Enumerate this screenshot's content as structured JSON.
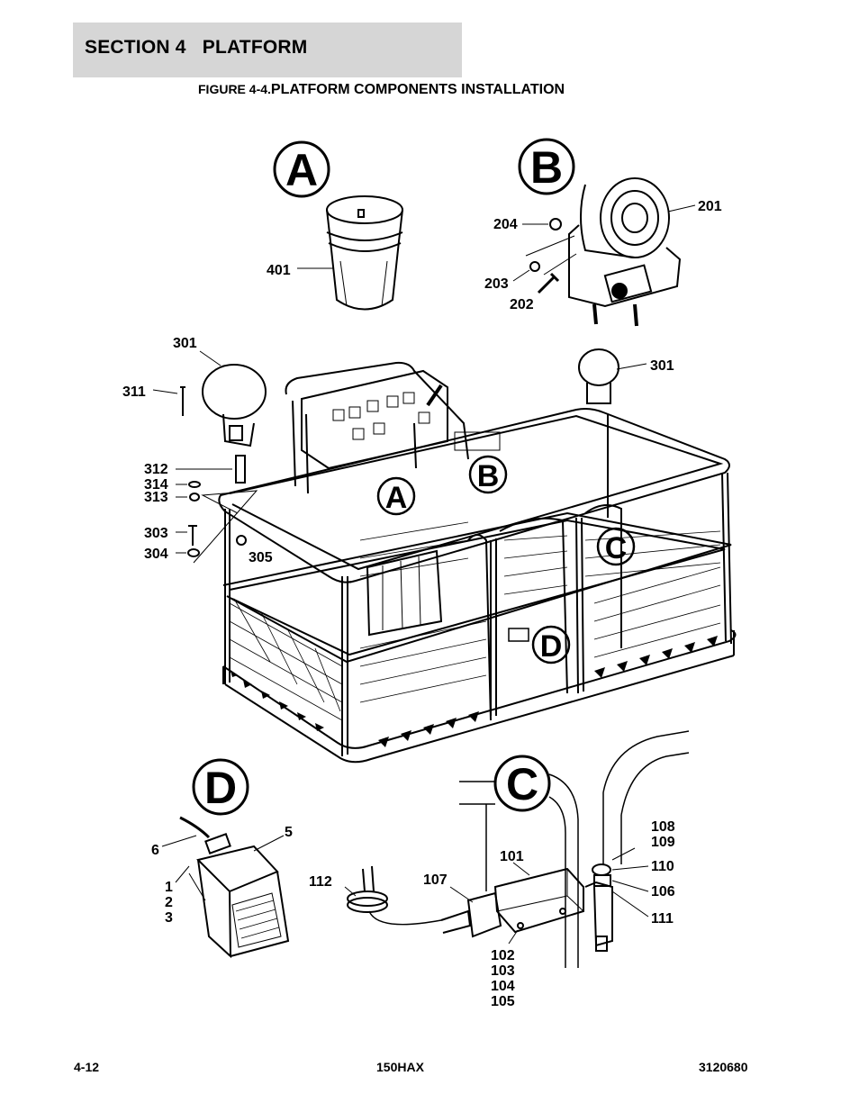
{
  "header": {
    "section_title": "SECTION 4   PLATFORM",
    "figure_number": "FIGURE 4-4.",
    "figure_title": "PLATFORM COMPONENTS INSTALLATION"
  },
  "diagram": {
    "detail_letters": [
      "A",
      "B",
      "C",
      "D"
    ],
    "callouts": {
      "c401": "401",
      "c201": "201",
      "c204": "204",
      "c203": "203",
      "c202": "202",
      "c301a": "301",
      "c301b": "301",
      "c311": "311",
      "c312": "312",
      "c314": "314",
      "c313": "313",
      "c303": "303",
      "c304": "304",
      "c305": "305",
      "c6": "6",
      "c5": "5",
      "c1": "1",
      "c2": "2",
      "c3": "3",
      "c112": "112",
      "c107": "107",
      "c101": "101",
      "c108": "108",
      "c109": "109",
      "c110": "110",
      "c106": "106",
      "c111": "111",
      "c102": "102",
      "c103": "103",
      "c104": "104",
      "c105": "105"
    }
  },
  "footer": {
    "page": "4-12",
    "model": "150HAX",
    "doc_number": "3120680"
  }
}
